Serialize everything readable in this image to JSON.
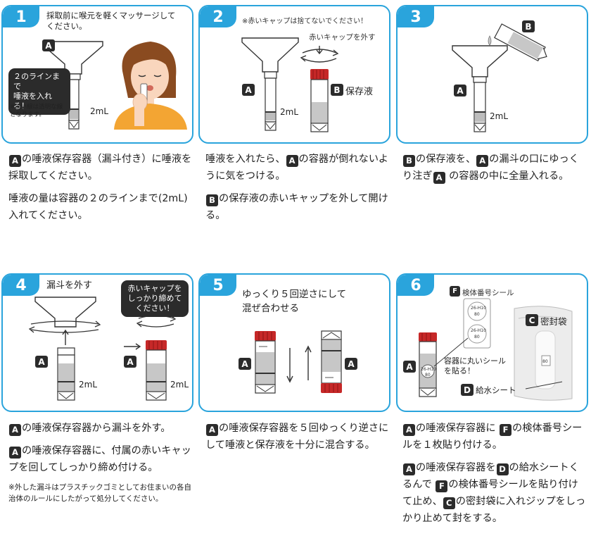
{
  "colors": {
    "accent": "#2aa4dc",
    "cap_red": "#c62828",
    "label_dark": "#2b2b2b",
    "skin": "#f9d6bd",
    "shirt": "#f3a533",
    "hair": "#8a4b20"
  },
  "steps": [
    {
      "number": "1",
      "instruction_lines": [
        "採取前に喉元を軽くマッサージして",
        "ください。"
      ],
      "label_a": "A",
      "bubble_lines": [
        "２のラインまで",
        "唾液を入れる！"
      ],
      "small_note_lines": [
        "※黒い線は透明な線",
        "となります。"
      ],
      "volume": "2mL",
      "desc": [
        {
          "pre": "",
          "key": "A",
          "post": "の唾液保存容器（漏斗付き）に唾液を採取してください。"
        },
        {
          "pre": "唾液の量は容器の２のラインまで(2mL) 入れてください。"
        }
      ]
    },
    {
      "number": "2",
      "top_note": "※赤いキャップは捨てないでください！",
      "cap_note": "赤いキャップを外す",
      "label_a": "A",
      "label_b": "B",
      "label_b_text": "保存液",
      "volume": "2mL",
      "desc": [
        {
          "pre": "唾液を入れたら、",
          "key": "A",
          "post": "の容器が倒れないように気をつける。"
        },
        {
          "pre": "",
          "key": "B",
          "post": "の保存液の赤いキャップを外して開ける。"
        }
      ]
    },
    {
      "number": "3",
      "label_a": "A",
      "label_b": "B",
      "volume": "2mL",
      "desc": [
        {
          "pre": "",
          "key": "B",
          "mid": "の保存液を、",
          "key2": "A",
          "post": "の漏斗の口にゆっくり注ぎ"
        },
        {
          "pre": "",
          "key": "A",
          "post": " の容器の中に全量入れる。"
        }
      ]
    },
    {
      "number": "4",
      "title": "漏斗を外す",
      "bubble_lines": [
        "赤いキャップを",
        "しっかり締めて",
        "ください！"
      ],
      "label_a": "A",
      "volume": "2mL",
      "desc": [
        {
          "pre": "",
          "key": "A",
          "post": "の唾液保存容器から漏斗を外す。"
        },
        {
          "pre": "",
          "key": "A",
          "post": "の唾液保存容器に、付属の赤いキャップを回してしっかり締め付ける。"
        }
      ],
      "fine": "※外した漏斗はプラスチックゴミとしてお住まいの各自治体のルールにしたがって処分してください。"
    },
    {
      "number": "5",
      "title_lines": [
        "ゆっくり５回逆さにして",
        "混ぜ合わせる"
      ],
      "label_a": "A",
      "desc": [
        {
          "pre": "",
          "key": "A",
          "post": "の唾液保存容器を５回ゆっくり逆さにして唾液と保存液を十分に混合する。"
        }
      ]
    },
    {
      "number": "6",
      "label_f": "F",
      "label_f_text": "検体番号シール",
      "label_c": "C",
      "label_c_text": "密封袋",
      "label_d": "D",
      "label_d_text": "給水シート",
      "label_a": "A",
      "sticker_code": "26-H10",
      "sticker_num": "80",
      "note_lines": [
        "容器に丸いシール",
        "を貼る！"
      ],
      "desc": [
        {
          "pre": "",
          "key": "A",
          "mid": "の唾液保存容器に ",
          "key2": "F",
          "post": "の検体番号シールを１枚貼り付ける。"
        },
        {
          "pre": "",
          "key": "A",
          "mid": "の唾液保存容器を",
          "key2": "D",
          "mid2": "の給水シートくるんで ",
          "key3": "F",
          "mid3": "の検体番号シールを貼り付けて止め、",
          "key4": "C",
          "post": "の密封袋に入れジップをしっかり止めて封をする。"
        }
      ]
    }
  ]
}
